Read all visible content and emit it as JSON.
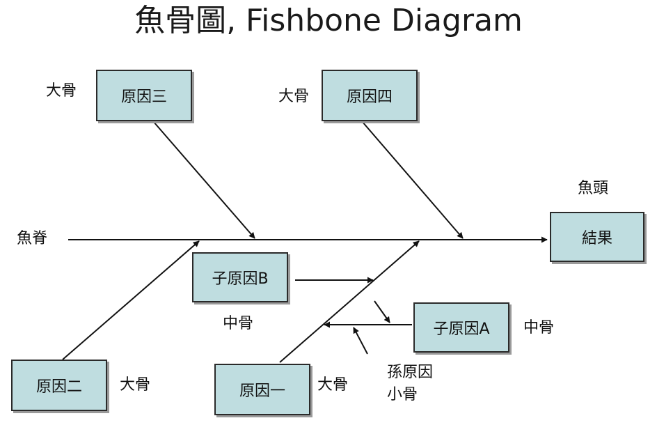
{
  "title": "魚骨圖, Fishbone Diagram",
  "nodes": {
    "cause3": "原因三",
    "cause4": "原因四",
    "cause2": "原因二",
    "cause1": "原因一",
    "subB": "子原因B",
    "subA": "子原因A",
    "result": "結果"
  },
  "labels": {
    "big_bone": "大骨",
    "mid_bone": "中骨",
    "fish_head": "魚頭",
    "spine": "魚脊",
    "grand_cause": "孫原因",
    "small_bone": "小骨"
  },
  "colors": {
    "box_fill": "#bfdde0",
    "line": "#111111"
  }
}
